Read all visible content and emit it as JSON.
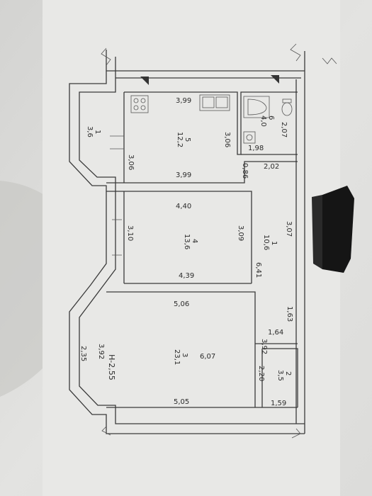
{
  "plan": {
    "height_label": "H-2,55",
    "rooms": [
      {
        "id": "balcony",
        "number": "1",
        "area": "3,6"
      },
      {
        "id": "kitchen",
        "number": "5",
        "area": "12,2"
      },
      {
        "id": "bath",
        "number": "6",
        "area": "4,0"
      },
      {
        "id": "bedroom",
        "number": "4",
        "area": "13,6"
      },
      {
        "id": "corridor",
        "number": "1",
        "area": "10,6"
      },
      {
        "id": "living",
        "number": "3",
        "area": "23,1"
      },
      {
        "id": "closet",
        "number": "2",
        "area": "3,5"
      }
    ],
    "dimensions": {
      "kitchen_top": "3,99",
      "kitchen_bottom": "3,99",
      "kitchen_left": "3,06",
      "kitchen_right": "3,06",
      "bath_right": "2,07",
      "bath_bottom": "1,98",
      "corridor_top_w": "2,02",
      "partition": "0,86",
      "bedroom_top": "4,40",
      "bedroom_bottom": "4,39",
      "bedroom_left": "3,10",
      "bedroom_right": "3,09",
      "corridor_right": "3,07",
      "corridor_len": "6,41",
      "living_top": "5,06",
      "living_bottom": "5,05",
      "living_left": "3,92",
      "living_right": "3,92",
      "living_depth": "6,07",
      "bay_left": "2,35",
      "hall_low": "1,63",
      "closet_top": "1,64",
      "closet_left": "2,20",
      "closet_bottom": "1,59"
    }
  },
  "colors": {
    "paper": "#ececea",
    "wall": "#3a3a3a",
    "shadow": "#151515",
    "floor": "#d9d9d6"
  }
}
